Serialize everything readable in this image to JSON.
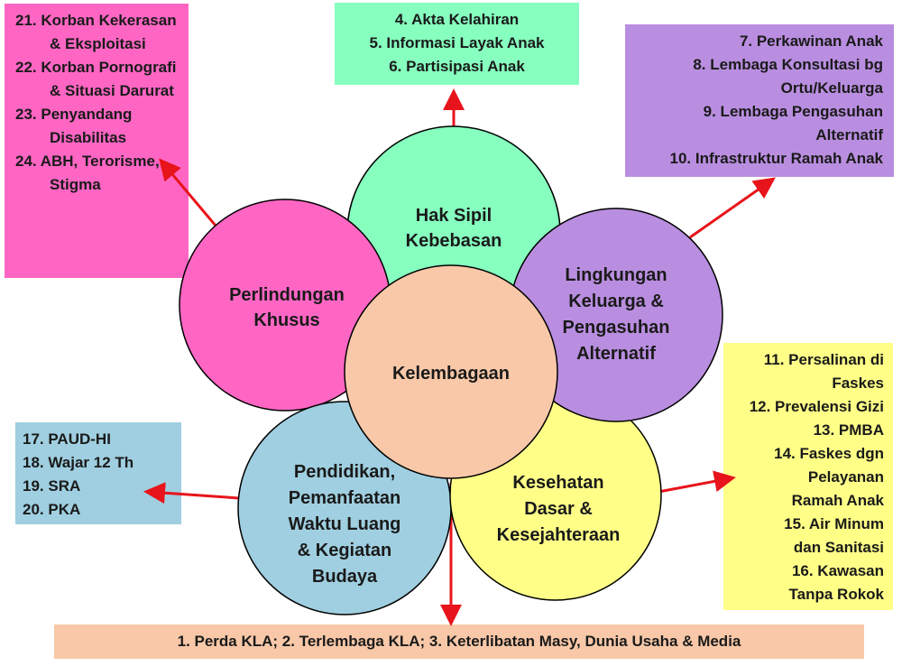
{
  "colors": {
    "arrow": "#e8141b",
    "circle_stroke": "#000000",
    "hak_sipil": "#86ffbf",
    "lingkungan": "#b98ee0",
    "kesehatan": "#ffff88",
    "pendidikan": "#9fcfe0",
    "perlindungan": "#ff66c4",
    "kelembagaan": "#f8c8a8"
  },
  "circles": {
    "hak_sipil": [
      "Hak Sipil",
      "Kebebasan"
    ],
    "lingkungan": [
      "Lingkungan",
      "Keluarga &",
      "Pengasuhan",
      "Alternatif"
    ],
    "kesehatan": [
      "Kesehatan",
      "Dasar &",
      "Kesejahteraan"
    ],
    "pendidikan": [
      "Pendidikan,",
      "Pemanfaatan",
      "Waktu Luang",
      "& Kegiatan",
      "Budaya"
    ],
    "perlindungan": [
      "Perlindungan",
      "Khusus"
    ],
    "kelembagaan": [
      "Kelembagaan"
    ]
  },
  "boxes": {
    "perlindungan": [
      "21. Korban Kekerasan & Eksploitasi",
      "22. Korban Pornografi & Situasi Darurat",
      "23. Penyandang Disabilitas",
      "24. ABH, Terorisme, Stigma"
    ],
    "hak_sipil": [
      "4. Akta Kelahiran",
      "5. Informasi Layak Anak",
      "6. Partisipasi Anak"
    ],
    "lingkungan": [
      "7. Perkawinan Anak",
      "8. Lembaga Konsultasi bg",
      "Ortu/Keluarga",
      "9. Lembaga Pengasuhan",
      "Alternatif",
      "10.  Infrastruktur Ramah Anak"
    ],
    "kesehatan": [
      "11. Persalinan di",
      "Faskes",
      "12. Prevalensi Gizi",
      "13. PMBA",
      "14. Faskes dgn",
      "Pelayanan",
      "Ramah Anak",
      "15. Air Minum",
      "dan Sanitasi",
      "16. Kawasan",
      "Tanpa Rokok"
    ],
    "pendidikan": [
      "17. PAUD-HI",
      "18. Wajar 12 Th",
      "19. SRA",
      "20. PKA"
    ],
    "bottom": "1. Perda KLA; 2. Terlembaga KLA; 3. Keterlibatan Masy, Dunia Usaha & Media"
  }
}
